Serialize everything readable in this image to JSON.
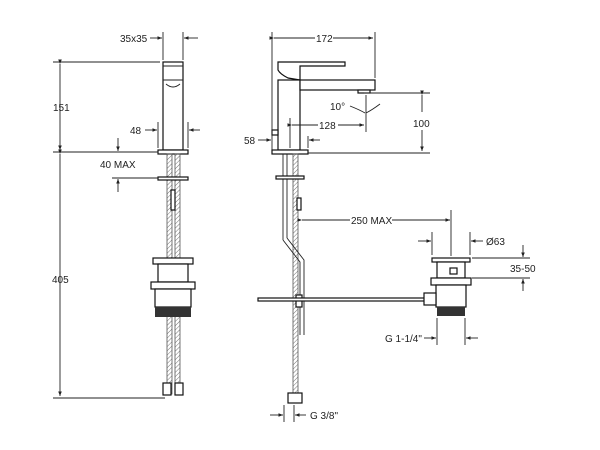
{
  "dimensions": {
    "spout_square": "35x35",
    "height_above_deck": "151",
    "body_width": "48",
    "deck_thickness": "40 MAX",
    "below_deck_length": "405",
    "total_reach": "172",
    "spout_angle": "10°",
    "spout_reach": "128",
    "spout_height": "100",
    "lever_offset": "58",
    "rod_length": "250 MAX",
    "waste_diameter": "Ø63",
    "waste_height": "35-50",
    "waste_thread": "G 1-1/4\"",
    "hose_thread": "G 3/8\""
  },
  "colors": {
    "line": "#222222",
    "background": "#ffffff"
  }
}
